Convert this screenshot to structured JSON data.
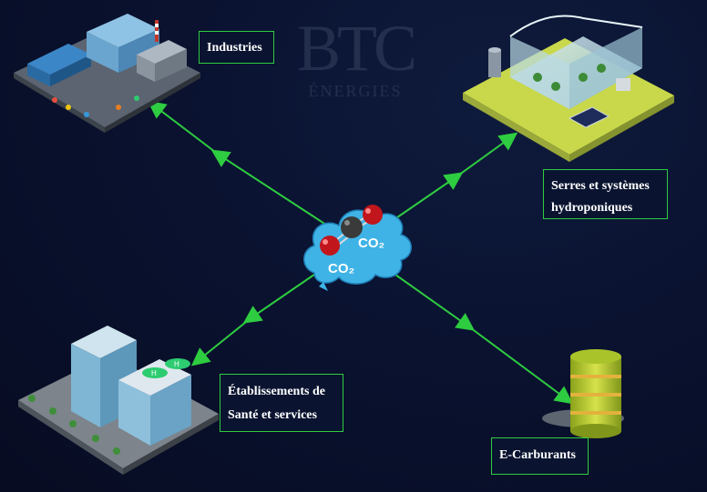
{
  "logo": {
    "text": "BTC",
    "subtitle": "ÉNERGIES"
  },
  "center": {
    "molecule_label_1": "CO₂",
    "molecule_label_2": "CO₂"
  },
  "nodes": {
    "industries": {
      "label": "Industries"
    },
    "serres": {
      "label_line1": "Serres et systèmes",
      "label_line2": "hydroponiques"
    },
    "sante": {
      "label_line1": "Établissements de",
      "label_line2": "Santé et services"
    },
    "carburants": {
      "label": "E-Carburants"
    }
  },
  "colors": {
    "background": "#0a1230",
    "arrow": "#2ecc40",
    "label_border": "#2ecc40",
    "cloud": "#3fb3e6",
    "oxygen": "#c0161c",
    "carbon": "#3a3a3a"
  }
}
